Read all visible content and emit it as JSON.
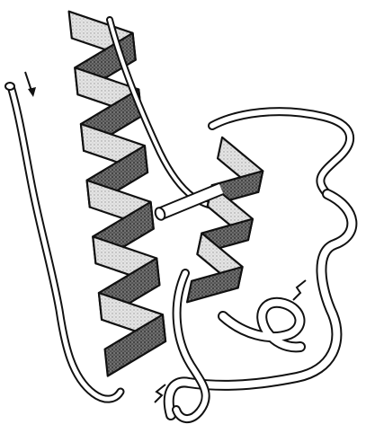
{
  "figure": {
    "colors": {
      "background": "#ffffff",
      "ink": "#111111",
      "ribbon_fill": "#ffffff",
      "shade_dark": "#555555",
      "shade_light": "#c9c9c9"
    },
    "elements": [
      "n-terminus-coil",
      "direction-arrow",
      "long-alpha-helix",
      "loop-top",
      "short-helix-right",
      "c-terminus-cylinder",
      "loop-bottom",
      "disulfide-bond"
    ]
  }
}
